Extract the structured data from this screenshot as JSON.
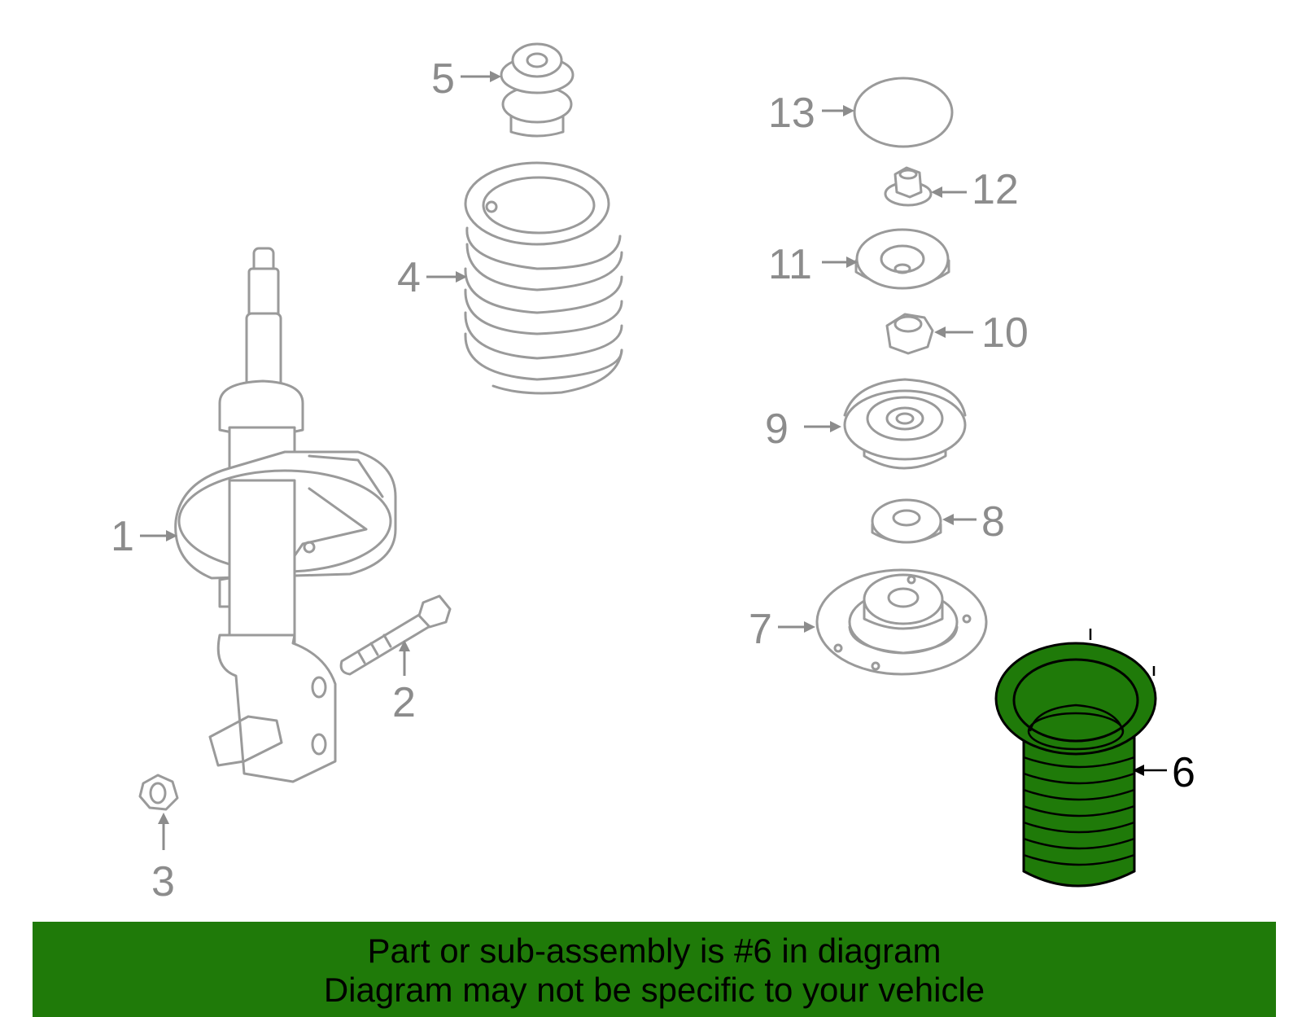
{
  "callouts": {
    "1": "1",
    "2": "2",
    "3": "3",
    "4": "4",
    "5": "5",
    "6": "6",
    "7": "7",
    "8": "8",
    "9": "9",
    "10": "10",
    "11": "11",
    "12": "12",
    "13": "13"
  },
  "highlighted_part": "6",
  "colors": {
    "highlight": "#1f7a09",
    "part_outline": "#9a9a9a",
    "banner": "#1f7a09"
  },
  "banner": {
    "line1": "Part or sub-assembly is #6 in diagram",
    "line2": "Diagram may not be specific to your vehicle"
  }
}
